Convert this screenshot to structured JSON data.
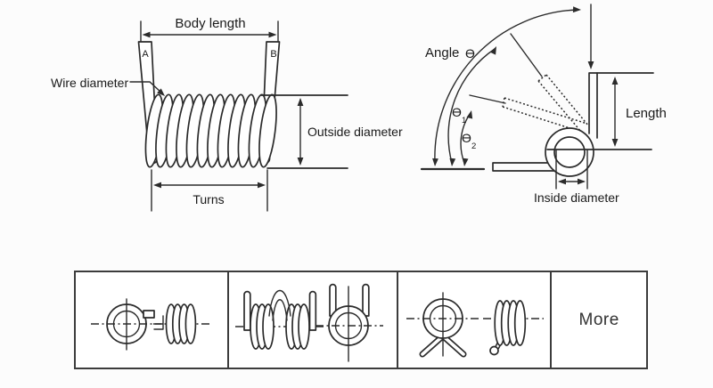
{
  "colors": {
    "line": "#2b2b2b",
    "text": "#1a1a1a",
    "background": "#fcfcfc"
  },
  "left_diagram": {
    "body_length_label": "Body length",
    "wire_diameter_label": "Wire diameter",
    "outside_diameter_label": "Outside diameter",
    "turns_label": "Turns",
    "leg_a_label": "A",
    "leg_b_label": "B"
  },
  "right_diagram": {
    "angle_label": "Angle",
    "angle_theta": "Ɵ",
    "theta1": "Ɵ",
    "theta1_sub": "1",
    "theta2": "Ɵ",
    "theta2_sub": "2",
    "length_label": "Length",
    "inside_diameter_label": "Inside diameter"
  },
  "spring_types": {
    "cell_icons": [
      "single-torsion-spring-front-and-side-view",
      "double-torsion-spring-side-and-front-view",
      "crossed-leg-torsion-spring-front-and-side-view"
    ],
    "more_label": "More"
  }
}
